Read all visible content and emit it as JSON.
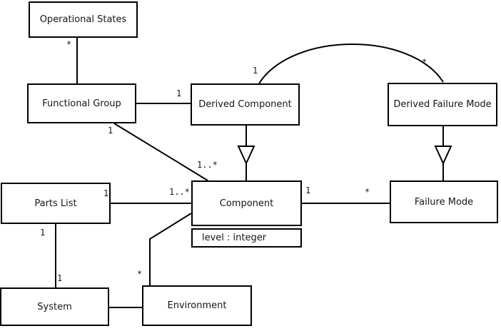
{
  "diagram": {
    "kind": "uml-class-diagram",
    "colors": {
      "background": "#ffffff",
      "line": "#000000",
      "text": "#161616"
    },
    "classes": [
      {
        "id": "operational-states",
        "name": "Operational States"
      },
      {
        "id": "functional-group",
        "name": "Functional Group"
      },
      {
        "id": "derived-component",
        "name": "Derived Component"
      },
      {
        "id": "derived-failure-mode",
        "name": "Derived Failure Mode"
      },
      {
        "id": "parts-list",
        "name": "Parts List"
      },
      {
        "id": "component",
        "name": "Component",
        "attributes": [
          "level : integer"
        ]
      },
      {
        "id": "failure-mode",
        "name": "Failure Mode"
      },
      {
        "id": "system",
        "name": "System"
      },
      {
        "id": "environment",
        "name": "Environment"
      }
    ],
    "relationships": [
      {
        "from": "Operational States",
        "to": "Functional Group",
        "type": "association",
        "from_multiplicity": "*"
      },
      {
        "from": "Functional Group",
        "to": "Derived Component",
        "type": "association",
        "from_multiplicity": "1"
      },
      {
        "from": "Derived Component",
        "to": "Derived Failure Mode",
        "type": "association",
        "from_multiplicity": "1",
        "to_multiplicity": "*"
      },
      {
        "from": "Derived Component",
        "to": "Component",
        "type": "generalization"
      },
      {
        "from": "Derived Failure Mode",
        "to": "Failure Mode",
        "type": "generalization"
      },
      {
        "from": "Functional Group",
        "to": "Component",
        "type": "association",
        "from_multiplicity": "1",
        "to_multiplicity": "1..*"
      },
      {
        "from": "Parts List",
        "to": "Component",
        "type": "association",
        "from_multiplicity": "1",
        "to_multiplicity": "1..*"
      },
      {
        "from": "Component",
        "to": "Failure Mode",
        "type": "association",
        "from_multiplicity": "1",
        "to_multiplicity": "*"
      },
      {
        "from": "Parts List",
        "to": "System",
        "type": "association",
        "from_multiplicity": "1",
        "to_multiplicity": "1"
      },
      {
        "from": "System",
        "to": "Environment",
        "type": "association"
      },
      {
        "from": "Environment",
        "to": "Component",
        "type": "association",
        "from_multiplicity": "*"
      }
    ],
    "multiplicities": [
      {
        "text": "*",
        "relationship": "operational-states/functional-group",
        "near": "operational-states"
      },
      {
        "text": "1",
        "relationship": "functional-group/derived-component",
        "near": "derived-component"
      },
      {
        "text": "1",
        "relationship": "derived-component/derived-failure-mode",
        "near": "derived-component"
      },
      {
        "text": "*",
        "relationship": "derived-component/derived-failure-mode",
        "near": "derived-failure-mode"
      },
      {
        "text": "1",
        "relationship": "functional-group/component",
        "near": "functional-group"
      },
      {
        "text": "1..*",
        "relationship": "functional-group/component",
        "near": "component"
      },
      {
        "text": "1",
        "relationship": "parts-list/component",
        "near": "parts-list"
      },
      {
        "text": "1..*",
        "relationship": "parts-list/component",
        "near": "component"
      },
      {
        "text": "1",
        "relationship": "component/failure-mode",
        "near": "component"
      },
      {
        "text": "*",
        "relationship": "component/failure-mode",
        "near": "failure-mode"
      },
      {
        "text": "1",
        "relationship": "parts-list/system",
        "near": "parts-list"
      },
      {
        "text": "1",
        "relationship": "parts-list/system",
        "near": "system"
      },
      {
        "text": "*",
        "relationship": "environment/component",
        "near": "environment"
      }
    ]
  }
}
